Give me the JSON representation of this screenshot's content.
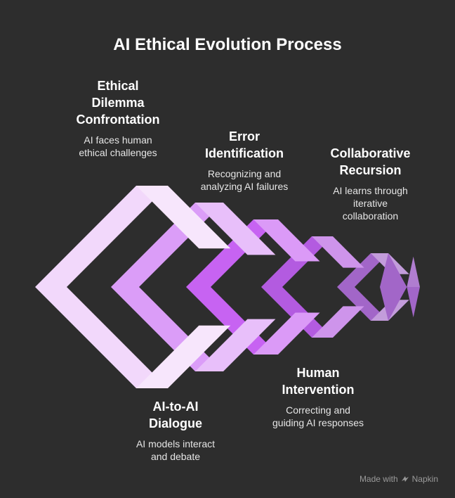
{
  "title": "AI Ethical Evolution Process",
  "steps": [
    {
      "title": "Ethical\nDilemma\nConfrontation",
      "desc": "AI faces human\nethical challenges",
      "color": "#f2d8fb"
    },
    {
      "title": "AI-to-AI\nDialogue",
      "desc": "AI models interact\nand debate",
      "color": "#db9df8"
    },
    {
      "title": "Error\nIdentification",
      "desc": "Recognizing and\nanalyzing AI failures",
      "color": "#c763f2"
    },
    {
      "title": "Human\nIntervention",
      "desc": "Correcting and\nguiding AI responses",
      "color": "#b35be0"
    },
    {
      "title": "Collaborative\nRecursion",
      "desc": "AI learns through\niterative\ncollaboration",
      "color": "#a266c8"
    }
  ],
  "brand": {
    "prefix": "Made with",
    "name": "Napkin",
    "icon": "napkin-logo-icon"
  }
}
